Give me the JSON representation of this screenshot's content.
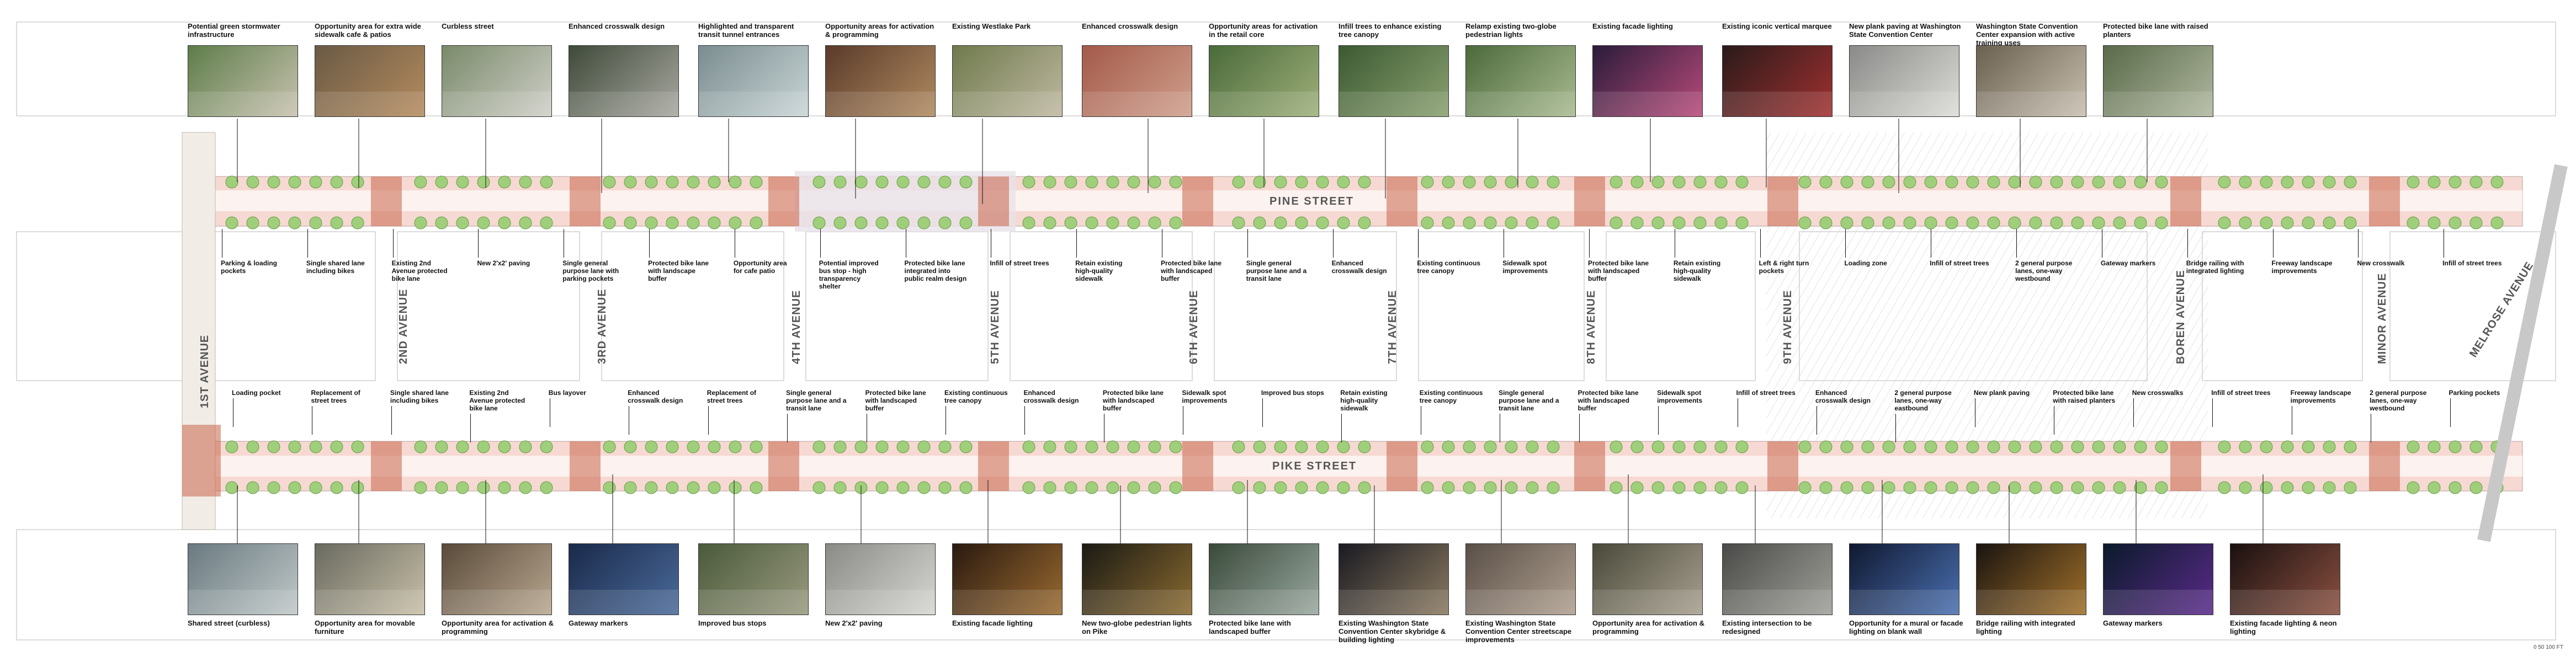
{
  "colors": {
    "paving": "#f6d9d2",
    "crosswalk": "#c9664a",
    "tree": "#9fcf7a",
    "building": "#9c9c9c",
    "bike_lane": "#e9a08e"
  },
  "avenues": [
    "1ST AVENUE",
    "2ND AVENUE",
    "3RD AVENUE",
    "4TH AVENUE",
    "5TH AVENUE",
    "6TH AVENUE",
    "7TH AVENUE",
    "8TH AVENUE",
    "9TH AVENUE",
    "BOREN AVENUE",
    "MINOR AVENUE"
  ],
  "diagonal_street": "MELROSE AVENUE",
  "streets": [
    "PINE STREET",
    "PIKE STREET"
  ],
  "top_photos": [
    {
      "caption": "Potential green stormwater infrastructure",
      "c1": "#5e7d4a",
      "c2": "#c8c2b0"
    },
    {
      "caption": "Opportunity area for extra wide sidewalk cafe & patios",
      "c1": "#6a5a45",
      "c2": "#b48b5e"
    },
    {
      "caption": "Curbless street",
      "c1": "#7a8a6a",
      "c2": "#cfcfc8"
    },
    {
      "caption": "Enhanced crosswalk design",
      "c1": "#3f4a3a",
      "c2": "#a8a8a0"
    },
    {
      "caption": "Highlighted and transparent transit tunnel entrances",
      "c1": "#7b8d90",
      "c2": "#c9d5d6"
    },
    {
      "caption": "Opportunity areas for activation & programming",
      "c1": "#5a3b2a",
      "c2": "#b08a60"
    },
    {
      "caption": "Existing Westlake Park",
      "c1": "#6f7a4c",
      "c2": "#bfb9a2"
    },
    {
      "caption": "Enhanced crosswalk design",
      "c1": "#a45a4a",
      "c2": "#cf9f8c"
    },
    {
      "caption": "Opportunity areas for activation in the retail core",
      "c1": "#4a6a3a",
      "c2": "#9fb07a"
    },
    {
      "caption": "Infill trees to enhance existing tree canopy",
      "c1": "#3c5a32",
      "c2": "#8aa070"
    },
    {
      "caption": "Relamp existing two-globe pedestrian lights",
      "c1": "#4c6a3c",
      "c2": "#a9bb90"
    },
    {
      "caption": "Existing facade lighting",
      "c1": "#2a1c3a",
      "c2": "#b84a7a"
    },
    {
      "caption": "Existing iconic vertical marquee",
      "c1": "#2a1a1a",
      "c2": "#a03030"
    },
    {
      "caption": "New plank paving at Washington State Convention Center",
      "c1": "#8a8a88",
      "c2": "#dcdcd8"
    },
    {
      "caption": "Washington State Convention Center expansion with active training uses",
      "c1": "#6a6050",
      "c2": "#c8c0b0"
    },
    {
      "caption": "Protected bike lane with raised planters",
      "c1": "#5a6a4a",
      "c2": "#b0b8a0"
    }
  ],
  "bottom_photos": [
    {
      "caption": "Shared street (curbless)",
      "c1": "#6a7a80",
      "c2": "#c0c8c8"
    },
    {
      "caption": "Opportunity area for movable furniture",
      "c1": "#6a6a60",
      "c2": "#c8c0a8"
    },
    {
      "caption": "Opportunity area for activation & programming",
      "c1": "#5a4a3a",
      "c2": "#b8a890"
    },
    {
      "caption": "Gateway markers",
      "c1": "#1a2a4a",
      "c2": "#4a6a9a"
    },
    {
      "caption": "Improved bus stops",
      "c1": "#4a5a3a",
      "c2": "#9a9a80"
    },
    {
      "caption": "New 2'x2' paving",
      "c1": "#8a8a86",
      "c2": "#d6d6d2"
    },
    {
      "caption": "Existing facade lighting",
      "c1": "#2a1a10",
      "c2": "#9a6a30"
    },
    {
      "caption": "New two-globe pedestrian lights on Pike",
      "c1": "#1a1a14",
      "c2": "#8a6a30"
    },
    {
      "caption": "Protected bike lane with landscaped buffer",
      "c1": "#3a4a3a",
      "c2": "#9aa8a0"
    },
    {
      "caption": "Existing Washington State Convention Center skybridge & building lighting",
      "c1": "#1a1a22",
      "c2": "#8a7a60"
    },
    {
      "caption": "Existing Washington State Convention Center streetscape improvements",
      "c1": "#5a5048",
      "c2": "#b0a090"
    },
    {
      "caption": "Opportunity area for activation & programming",
      "c1": "#4a4a3a",
      "c2": "#a8a090"
    },
    {
      "caption": "Existing intersection to be redesigned",
      "c1": "#4a4a48",
      "c2": "#a0a09a"
    },
    {
      "caption": "Opportunity for a mural or facade lighting on blank wall",
      "c1": "#101830",
      "c2": "#4a70b0"
    },
    {
      "caption": "Bridge railing with integrated lighting",
      "c1": "#1a1410",
      "c2": "#a0702a"
    },
    {
      "caption": "Gateway markers",
      "c1": "#0a1a2a",
      "c2": "#5a2a8a"
    },
    {
      "caption": "Existing facade lighting & neon lighting",
      "c1": "#1a1010",
      "c2": "#8a5040"
    }
  ],
  "pine_annotations": [
    "Parking & loading pockets",
    "Single shared lane including bikes",
    "Existing 2nd Avenue protected bike lane",
    "New 2'x2' paving",
    "Single general purpose lane with parking pockets",
    "Protected bike lane with landscape buffer",
    "Opportunity area for cafe patio",
    "Potential improved bus stop - high transparency shelter",
    "Protected bike lane integrated into public realm design",
    "Infill of street trees",
    "Retain existing high-quality sidewalk",
    "Protected bike lane with landscaped buffer",
    "Single general purpose lane and a transit lane",
    "Enhanced crosswalk design",
    "Existing continuous tree canopy",
    "Sidewalk spot improvements",
    "Protected bike lane with landscaped buffer",
    "Retain existing high-quality sidewalk",
    "Left & right turn pockets",
    "Loading zone",
    "Infill of street trees",
    "2 general purpose lanes, one-way westbound",
    "Gateway markers",
    "Bridge railing with integrated lighting",
    "Freeway landscape improvements",
    "New crosswalk",
    "Infill of street trees"
  ],
  "pike_annotations": [
    "Loading pocket",
    "Replacement of street trees",
    "Single shared lane including bikes",
    "Existing 2nd Avenue protected bike lane",
    "Bus layover",
    "Enhanced crosswalk design",
    "Replacement of street trees",
    "Single general purpose lane and a transit lane",
    "Protected bike lane with landscaped buffer",
    "Existing continuous tree canopy",
    "Enhanced crosswalk design",
    "Protected bike lane with landscaped buffer",
    "Sidewalk spot improvements",
    "Improved bus stops",
    "Retain existing high-quality sidewalk",
    "Existing continuous tree canopy",
    "Single general purpose lane and a transit lane",
    "Protected bike lane with landscaped buffer",
    "Sidewalk spot improvements",
    "Infill of street trees",
    "Enhanced crosswalk design",
    "2 general purpose lanes, one-way eastbound",
    "New plank paving",
    "Protected bike lane with raised planters",
    "New crosswalks",
    "Infill of street trees",
    "Freeway landscape improvements",
    "2 general purpose lanes, one-way westbound",
    "Parking pockets"
  ],
  "scale_note": "0 50 100 FT"
}
